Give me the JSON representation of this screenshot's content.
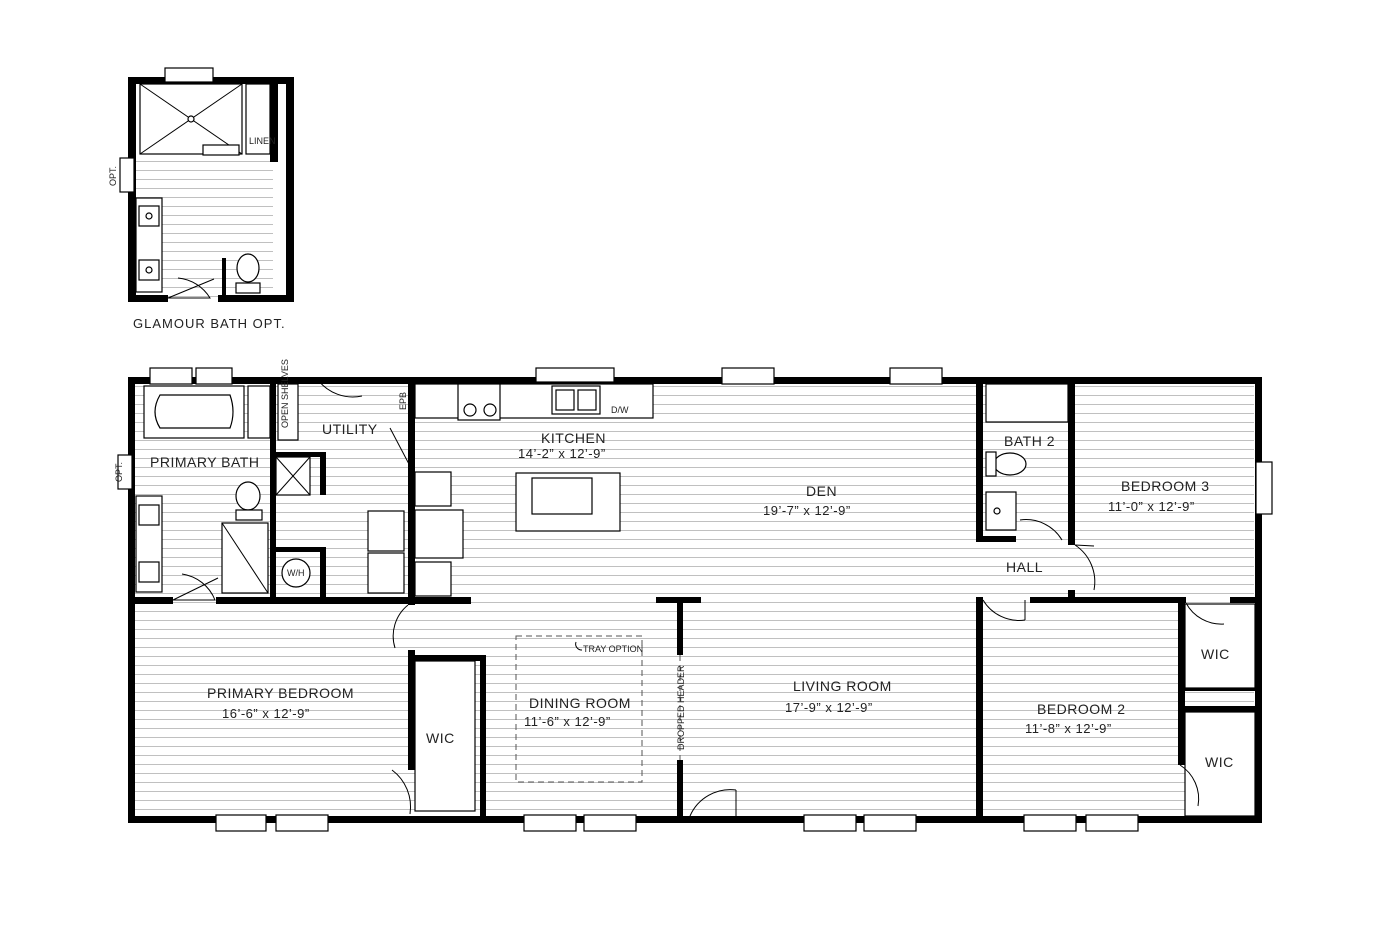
{
  "glamour_bath": {
    "caption": "GLAMOUR BATH OPT.",
    "linen": "LINEN",
    "opt": "OPT."
  },
  "rooms": {
    "primary_bath": "PRIMARY BATH",
    "primary_bath_opt": "OPT.",
    "open_shelves": "OPEN SHELVES",
    "utility": "UTILITY",
    "epb": "EPB",
    "dw": "D/W",
    "kitchen": "KITCHEN",
    "kitchen_dim": "14’-2” x 12’-9”",
    "den": "DEN",
    "den_dim": "19’-7” x 12’-9”",
    "bath2": "BATH 2",
    "bedroom3": "BEDROOM 3",
    "bedroom3_dim": "11’-0” x 12’-9”",
    "hall": "HALL",
    "wh": "W/H",
    "primary_bedroom": "PRIMARY BEDROOM",
    "primary_bedroom_dim": "16’-6” x 12’-9”",
    "wic_primary": "WIC",
    "tray_option": "TRAY OPTION",
    "dining_room": "DINING ROOM",
    "dining_room_dim": "11’-6” x 12’-9”",
    "dropped_header": "DROPPED HEADER",
    "living_room": "LIVING ROOM",
    "living_room_dim": "17’-9” x 12’-9”",
    "bedroom2": "BEDROOM 2",
    "bedroom2_dim": "11’-8” x 12’-9”",
    "wic_upper": "WIC",
    "wic_lower": "WIC"
  }
}
